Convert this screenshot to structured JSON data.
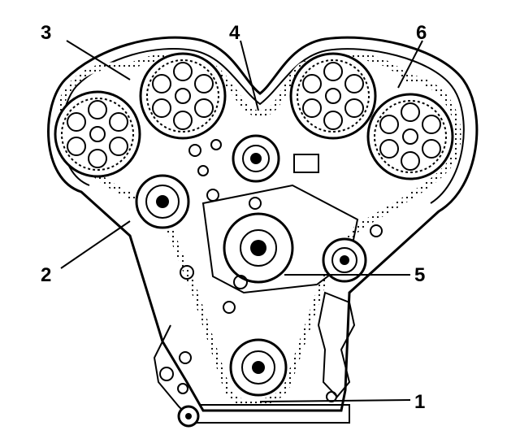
{
  "figure": {
    "callouts": [
      {
        "id": "c1",
        "text": "1"
      },
      {
        "id": "c2",
        "text": "2"
      },
      {
        "id": "c3",
        "text": "3"
      },
      {
        "id": "c4",
        "text": "4"
      },
      {
        "id": "c5",
        "text": "5"
      },
      {
        "id": "c6",
        "text": "6"
      }
    ],
    "colors": {
      "ink": "#000000",
      "paper": "#ffffff"
    }
  }
}
